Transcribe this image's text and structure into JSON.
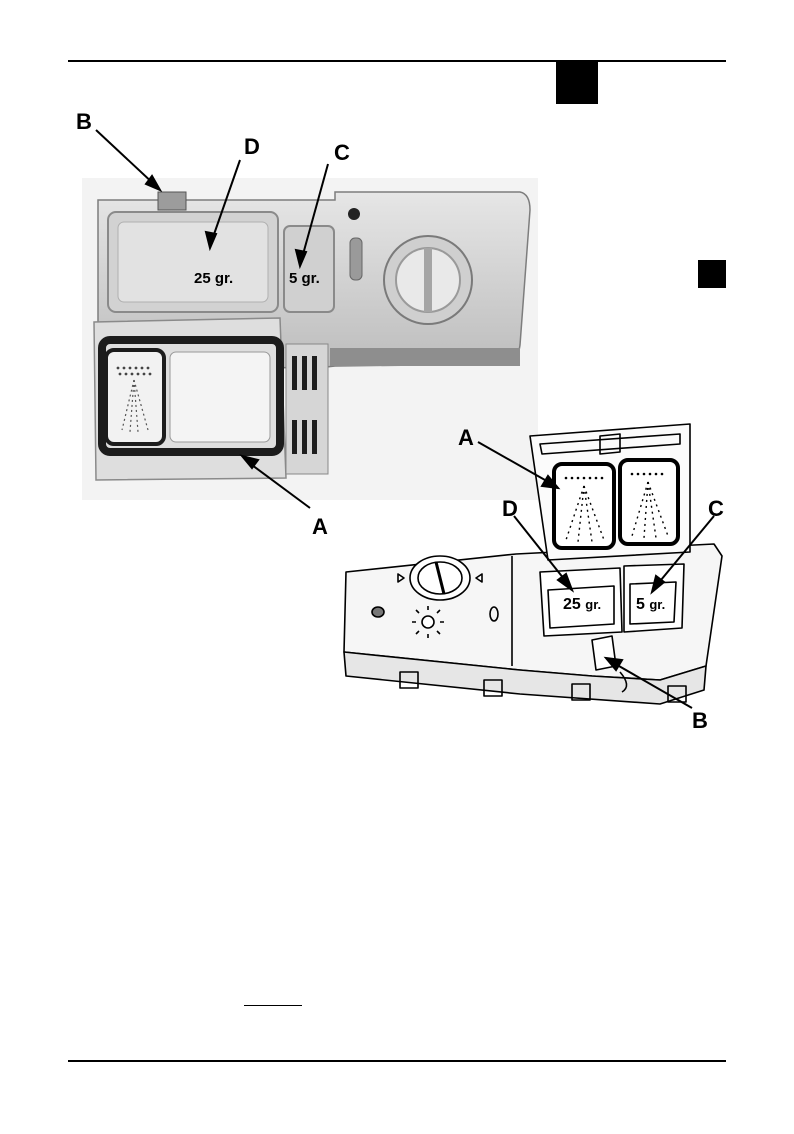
{
  "photo": {
    "labels": {
      "a": "A",
      "b": "B",
      "c": "C",
      "d": "D"
    },
    "compartments": {
      "main": "25 gr.",
      "pre": "5 gr."
    }
  },
  "drawing": {
    "labels": {
      "a": "A",
      "b": "B",
      "c": "C",
      "d": "D"
    },
    "compartments": {
      "main_num": "25",
      "main_unit": "gr.",
      "pre_num": "5",
      "pre_unit": "gr."
    }
  },
  "colors": {
    "ink": "#000000",
    "panel": "#dcdcdc",
    "panel_dark": "#9a9a9a",
    "paper": "#ffffff"
  }
}
